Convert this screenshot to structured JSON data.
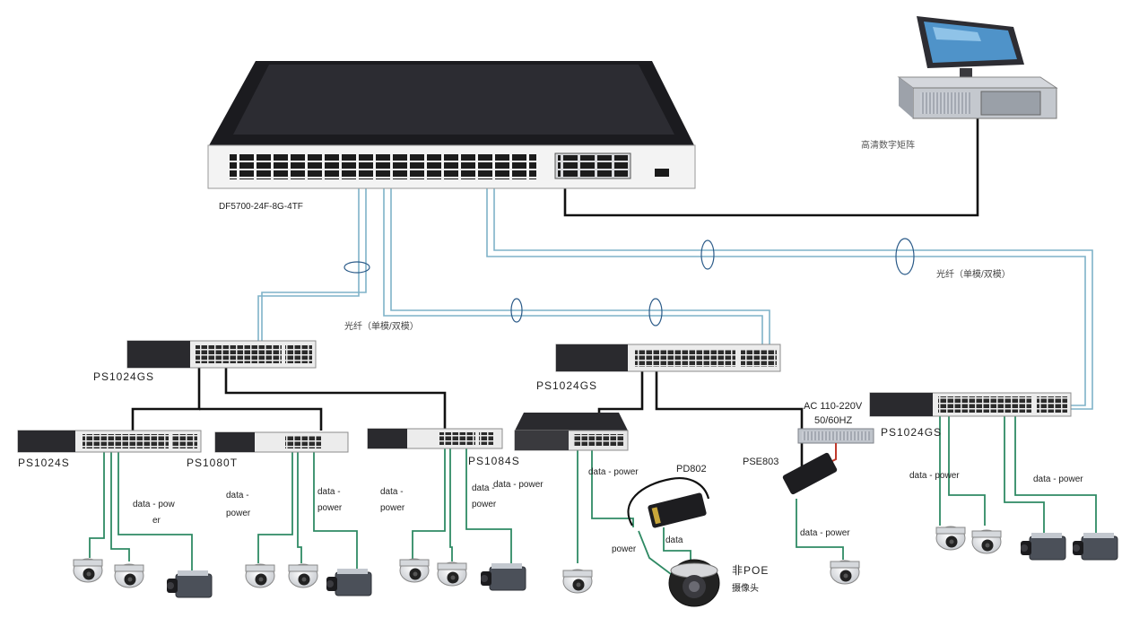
{
  "core_switch": {
    "model": "DF5700-24F-8G-4TF"
  },
  "monitor": {
    "caption": "高清数字矩阵"
  },
  "fiber_notes": {
    "right": "光纤（单模/双模）",
    "middle": "光纤（单模/双模）"
  },
  "switches": {
    "ps1024gs_left": "PS1024GS",
    "ps1024gs_center": "PS1024GS",
    "ps1024gs_right": "PS1024GS",
    "ps1024s": "PS1024S",
    "ps1080t": "PS1080T",
    "ps1084s": "PS1084S"
  },
  "poe": {
    "splitter": "PD802",
    "injector": "PSE803",
    "ac_line1": "AC 110-220V",
    "ac_line2": "50/60HZ",
    "non_poe_line1": "非POE",
    "non_poe_line2": "摄像头"
  },
  "cable_labels": {
    "dp_ps1024s_1": "data - pow",
    "dp_ps1024s_2": "er",
    "dp_ps1080t_1": "data -",
    "dp_ps1080t_2": "power",
    "dp_ps1080t_3": "data -",
    "dp_ps1080t_4": "power",
    "dp_ps1084s_1": "data -",
    "dp_ps1084s_2": "power",
    "dp_ps1084s_3": "data -",
    "dp_ps1084s_4": "power",
    "dp_center_poe": "data - power",
    "dp_center_small": "data - power",
    "dp_pse": "data - power",
    "dp_right_1": "data - power",
    "dp_right_2": "data - power",
    "power_word": "power",
    "data_word": "data"
  },
  "colors": {
    "fiber_cable": "#7fb2c8",
    "ethernet_cable": "#111111",
    "poe_cable": "#2f8a64",
    "switch_body": "#ececec",
    "switch_dark": "#2a2a2e"
  }
}
